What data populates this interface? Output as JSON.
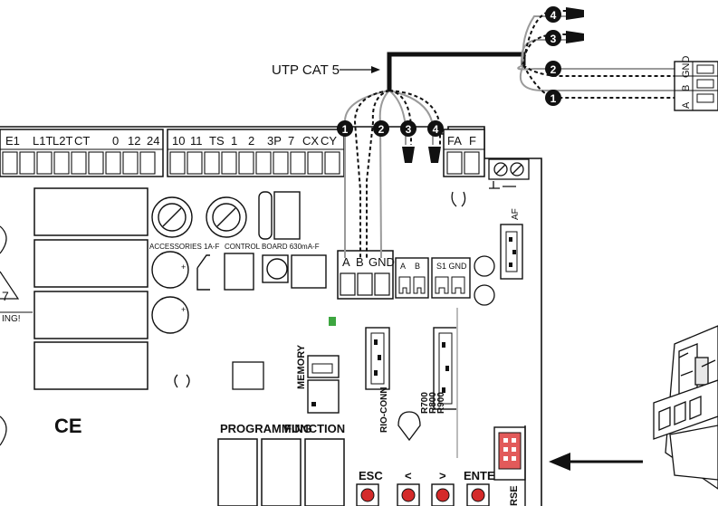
{
  "cable_label": "UTP CAT 5",
  "terminal_labels_left": [
    "E1",
    "L1T",
    "L2T",
    "CT",
    "0",
    "12",
    "24"
  ],
  "terminal_labels_mid": [
    "10",
    "11",
    "TS",
    "1",
    "2",
    "3P",
    "7",
    "CX",
    "CY"
  ],
  "terminal_labels_right": [
    "FA",
    "F"
  ],
  "rs485_terminal": {
    "a": "A",
    "b": "B",
    "gnd": "GND"
  },
  "ab_connector": {
    "a": "A",
    "b": "B"
  },
  "s1gnd_label": "S1 GND",
  "external_terminal_labels": [
    "A",
    "B",
    "GND"
  ],
  "wire_numbers": [
    "1",
    "2",
    "3",
    "4"
  ],
  "fuse_accessories": "ACCESSORIES 1A-F",
  "fuse_control": "CONTROL BOARD 630mA-F",
  "af_label": "AF",
  "memory_label": "MEMORY",
  "rio_conn_label": "RIO-CONN",
  "r700_label": [
    "R700",
    "R800",
    "R900"
  ],
  "programming_label": "PROGRAMMING",
  "function_label": "FUNCTION",
  "buttons": [
    {
      "label": "ESC"
    },
    {
      "label": "<"
    },
    {
      "label": ">"
    },
    {
      "label": "ENTER"
    }
  ],
  "rse_label": "RSE",
  "ce_mark": "CE",
  "warning_fragment": "ING!",
  "warning_digit": "7",
  "colors": {
    "red_button": "#d42a2a",
    "red_connector": "#e25a5a",
    "green_led": "#3da640",
    "wire_grey": "#9a9a9a",
    "cable_black": "#111111"
  }
}
